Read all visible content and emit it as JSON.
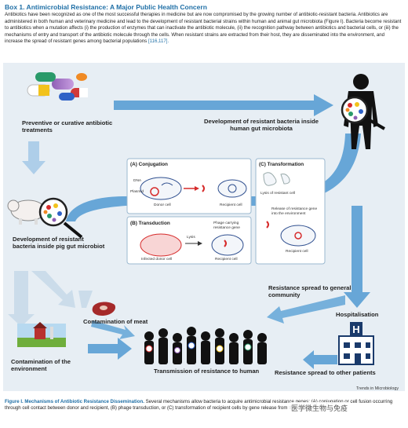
{
  "header": {
    "title": "Box 1. Antimicrobial Resistance: A Major Public Health Concern",
    "intro_text": "Antibiotics have been recognized as one of the most successful therapies in medicine but are now compromised by the growing number of antibiotic-resistant bacteria. Antibiotics are administered in both human and veterinary medicine and lead to the development of resistant bacterial strains within human and animal gut microbiota (Figure I). Bacteria become resistant to antibiotics when a mutation affects (i) the production of enzymes that can inactivate the antibiotic molecule, (ii) the recognition pathway between antibiotics and bacterial cells, or (iii) the mechanisms of entry and transport of the antibiotic molecule through the cells. When resistant strains are extracted from their host, they are disseminated into the environment, and increase the spread of resistant genes among bacterial populations",
    "intro_refs": "[116,117]."
  },
  "diagram": {
    "labels": {
      "preventive": "Preventive or curative antibiotic treatments",
      "human_gut": "Development of resistant bacteria inside human gut microbiota",
      "pig_gut": "Development of resistant bacteria inside pig gut microbiot",
      "meat": "Contamination of meat",
      "environment": "Contamination of the environment",
      "community": "Resistance spread to general community",
      "hospital": "Hospitalisation",
      "patients": "Resistance spread to other patients",
      "transmission": "Transmission of resistance to human"
    },
    "conjugation": {
      "title": "(A) Conjugation",
      "dna": "DNA",
      "plasmid": "Plasmid",
      "donor": "Donor cell",
      "recipient": "Recipient cell"
    },
    "transformation": {
      "title": "(C) Transformation",
      "lysis": "Lysis of resistant cell",
      "release": "Release of resistance gene into the environment",
      "recipient": "Recipient cell"
    },
    "transduction": {
      "title": "(B) Transduction",
      "lysis": "Lysis",
      "phage": "Phage carrying resistance gene",
      "infected": "Infected donor cell",
      "recipient": "Recipient cell"
    },
    "hospital_sign": "H",
    "source": "Trends in Microbiology"
  },
  "caption": {
    "title": "Figure I. Mechanisms of Antibiotic Resistance Dissemination.",
    "text": "Several mechanisms allow bacteria to acquire antimicrobial resistance genes: (A) conjugation or cell fusion occurring through cell contact between donor and recipient, (B) phage transduction, or (C) transformation of recipient cells by gene release from the environment."
  },
  "watermark": "医学微生物与免疫",
  "colors": {
    "accent": "#1f6fa6",
    "arrow": "#5a9fd4",
    "panel": "#e7eef4",
    "resistance_red": "#d62b2b"
  }
}
